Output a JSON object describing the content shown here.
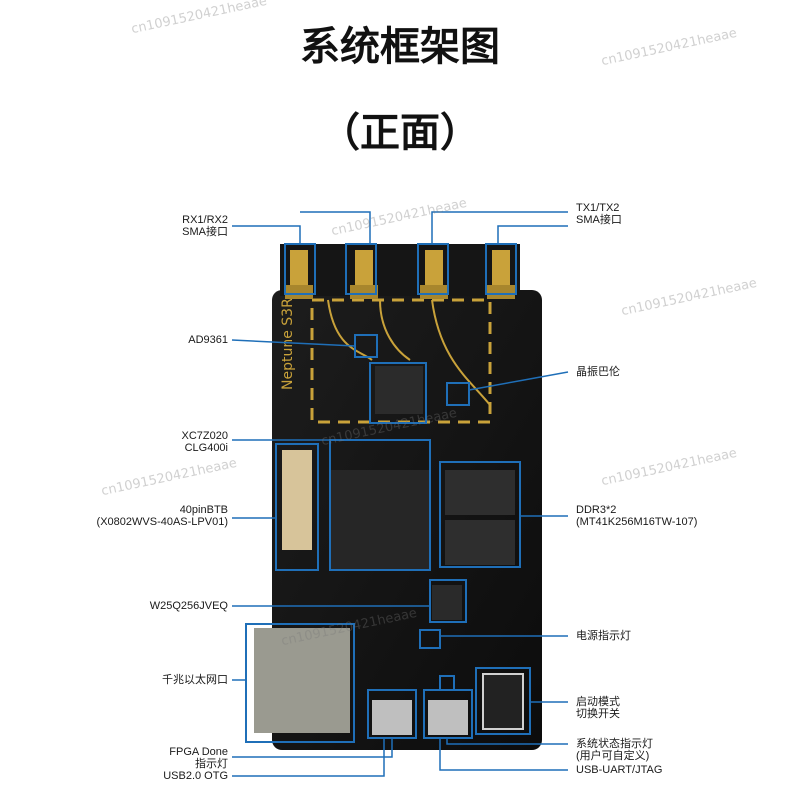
{
  "title": "系统框架图",
  "subtitle": "（正面）",
  "watermark": "cn1091520421heaae",
  "colors": {
    "callout_line": "#1f6fb8",
    "board": "#161616",
    "gold": "#c9a23a"
  },
  "board_silkscreen": "Neptune S3R",
  "callouts_left": {
    "rx": {
      "l1": "RX1/RX2",
      "l2": "SMA接口"
    },
    "ad9361": {
      "l1": "AD9361"
    },
    "fpga": {
      "l1": "XC7Z020",
      "l2": "CLG400i"
    },
    "btb": {
      "l1": "40pinBTB",
      "l2": "(X0802WVS-40AS-LPV01)"
    },
    "flash": {
      "l1": "W25Q256JVEQ"
    },
    "eth": {
      "l1": "千兆以太网口"
    },
    "fpga_done": {
      "l1": "FPGA Done",
      "l2": "指示灯"
    },
    "usb_otg": {
      "l1": "USB2.0 OTG"
    }
  },
  "callouts_right": {
    "tx": {
      "l1": "TX1/TX2",
      "l2": "SMA接口"
    },
    "osc": {
      "l1": "晶振巴伦"
    },
    "ddr": {
      "l1": "DDR3*2",
      "l2": "(MT41K256M16TW-107)"
    },
    "power_led": {
      "l1": "电源指示灯"
    },
    "boot": {
      "l1": "启动模式",
      "l2": "切换开关"
    },
    "status_led": {
      "l1": "系统状态指示灯",
      "l2": "(用户可自定义)"
    },
    "usb_uart": {
      "l1": "USB-UART/JTAG"
    }
  }
}
